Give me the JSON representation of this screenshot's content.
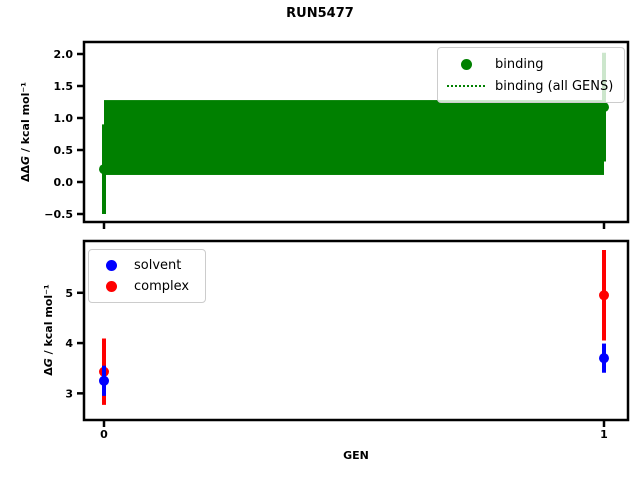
{
  "figure": {
    "title": "RUN5477",
    "background": "#ffffff"
  },
  "chart_data": [
    {
      "type": "scatter",
      "axes": "top",
      "ylabel": "ΔΔG / kcal mol⁻¹",
      "ylabel_parts": {
        "prefix": "ΔΔ",
        "var": "G",
        "suffix": " / kcal mol⁻¹"
      },
      "xlabel": "",
      "x": [
        0,
        1
      ],
      "xtick_labels": [],
      "ylim": [
        -0.625,
        2.1875
      ],
      "yticks": [
        2.0,
        1.5,
        1.0,
        0.5,
        0.0,
        -0.5
      ],
      "ytick_labels": [
        "2.0",
        "1.5",
        "1.0",
        "0.5",
        "0.0",
        "−0.5"
      ],
      "series": [
        {
          "name": "binding",
          "color": "#008000",
          "values": [
            0.2,
            1.17
          ],
          "yerr": [
            0.7,
            0.85
          ]
        }
      ],
      "band": {
        "name": "binding (all GENS)",
        "color": "#008000",
        "mean": 0.69,
        "lo": 0.11,
        "hi": 1.28,
        "linestyle": "dotted"
      },
      "legend": {
        "position": "upper right",
        "entries": [
          {
            "label": "binding",
            "swatch": "dot",
            "color": "#008000"
          },
          {
            "label": "binding (all GENS)",
            "swatch": "dotted-line",
            "color": "#008000"
          }
        ]
      }
    },
    {
      "type": "scatter",
      "axes": "bottom",
      "ylabel": "ΔG / kcal mol⁻¹",
      "ylabel_parts": {
        "prefix": "Δ",
        "var": "G",
        "suffix": " / kcal mol⁻¹"
      },
      "xlabel": "GEN",
      "x": [
        0,
        1
      ],
      "xtick_labels": [
        "0",
        "1"
      ],
      "ylim": [
        2.47,
        6.03
      ],
      "yticks": [
        3,
        4,
        5
      ],
      "ytick_labels": [
        "3",
        "4",
        "5"
      ],
      "series": [
        {
          "name": "solvent",
          "color": "#0000ff",
          "values": [
            3.25,
            3.7
          ],
          "yerr": [
            0.3,
            0.29
          ]
        },
        {
          "name": "complex",
          "color": "#ff0000",
          "values": [
            3.43,
            4.95
          ],
          "yerr": [
            0.66,
            0.9
          ]
        }
      ],
      "legend": {
        "position": "upper left",
        "entries": [
          {
            "label": "solvent",
            "swatch": "dot",
            "color": "#0000ff"
          },
          {
            "label": "complex",
            "swatch": "dot",
            "color": "#ff0000"
          }
        ]
      }
    }
  ]
}
